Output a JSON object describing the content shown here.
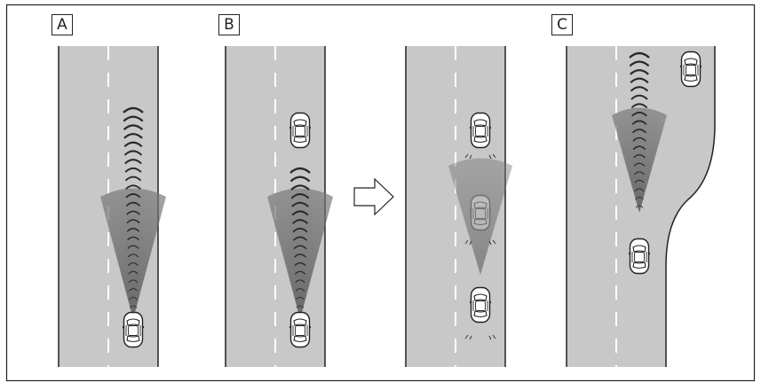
{
  "panels": [
    {
      "id": "A",
      "label": "A"
    },
    {
      "id": "B",
      "label": "B"
    },
    {
      "id": "C",
      "label": "C"
    }
  ],
  "icons": {
    "car": "car-topview-icon",
    "arrow": "right-arrow-icon",
    "radar": "radar-beam-icon"
  },
  "colors": {
    "frame": "#222222",
    "road": "#c8c8c8",
    "road_edge": "#222222",
    "lane_marking": "#ffffff",
    "beam": "#6e6e6e",
    "background": "#ffffff"
  }
}
